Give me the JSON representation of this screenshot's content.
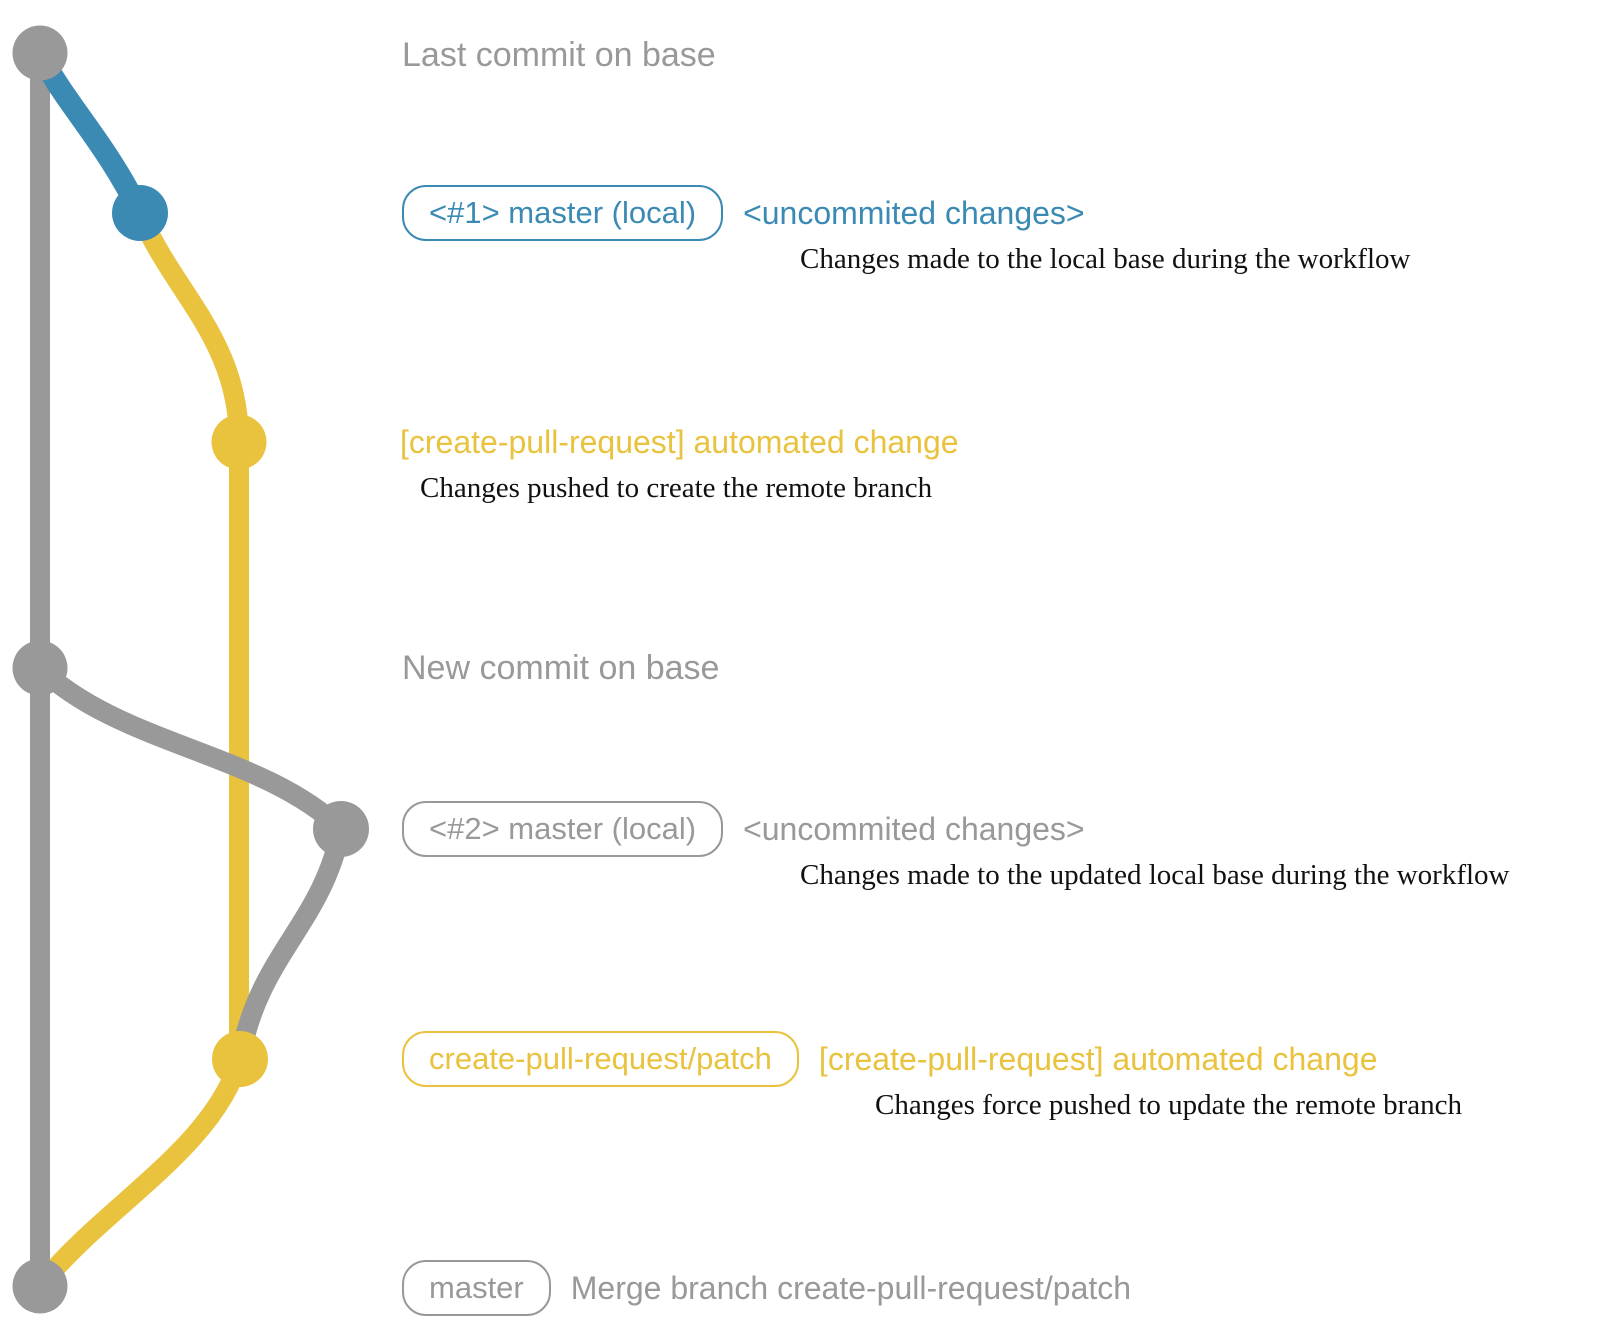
{
  "colors": {
    "base_gray": "#999999",
    "local_blue": "#3a8ab3",
    "patch_yellow": "#e9c23e",
    "annotation_black": "#111111"
  },
  "rows": [
    {
      "label": "Last commit on base"
    },
    {
      "badge": "<#1> master (local)",
      "message": "<uncommited changes>",
      "note": "Changes made to the local base during the workflow"
    },
    {
      "message": "[create-pull-request] automated change",
      "note": "Changes pushed to create the remote branch"
    },
    {
      "label": "New commit on base"
    },
    {
      "badge": "<#2> master (local)",
      "message": "<uncommited changes>",
      "note": "Changes made to the updated local base during the workflow"
    },
    {
      "badge": "create-pull-request/patch",
      "message": "[create-pull-request] automated change",
      "note": "Changes force pushed to update the remote branch"
    },
    {
      "badge": "master",
      "message": "Merge branch create-pull-request/patch"
    }
  ]
}
